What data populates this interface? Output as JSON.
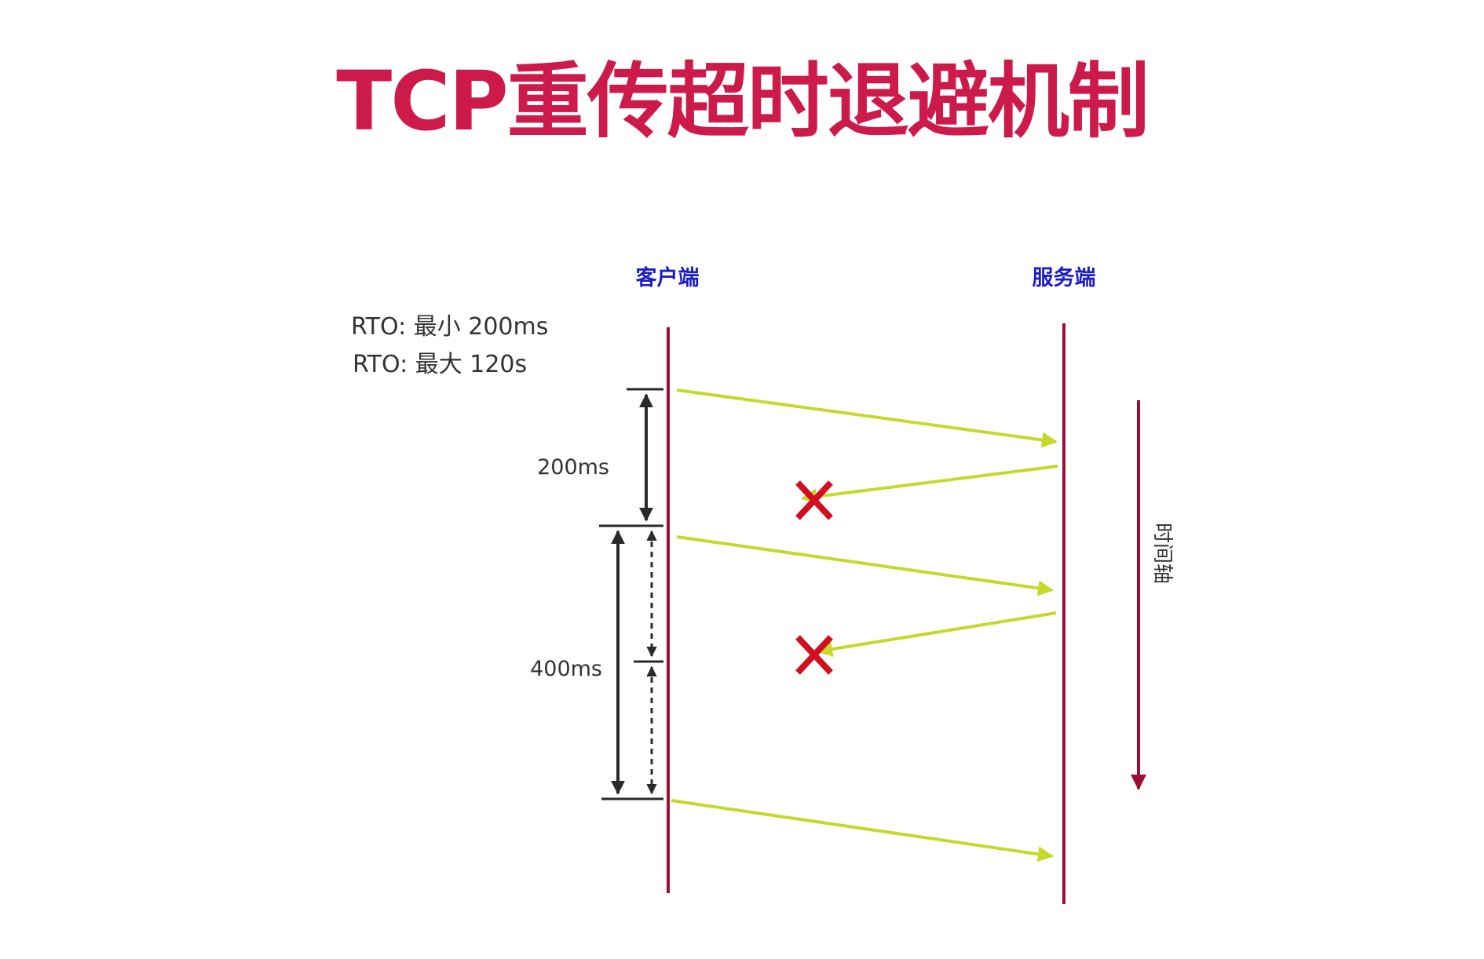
{
  "title": "TCP重传超时退避机制",
  "colors": {
    "title": "#cc1a4a",
    "lifeline": "#9b0e35",
    "arrow": "#c6d92a",
    "lost": "#d10f1f",
    "endpoint_label": "#1c1cc4",
    "text": "#333333"
  },
  "participants": {
    "client": "客户端",
    "server": "服务端"
  },
  "rto_info": {
    "min": "RTO: 最小 200ms",
    "max": "RTO: 最大 120s"
  },
  "intervals": {
    "first": "200ms",
    "second": "400ms"
  },
  "time_axis": "时间轴",
  "messages": [
    {
      "from": "client",
      "to": "server",
      "lost": false
    },
    {
      "from": "server",
      "to": "client",
      "lost": true
    },
    {
      "from": "client",
      "to": "server",
      "lost": false
    },
    {
      "from": "server",
      "to": "client",
      "lost": true
    },
    {
      "from": "client",
      "to": "server",
      "lost": false
    }
  ]
}
